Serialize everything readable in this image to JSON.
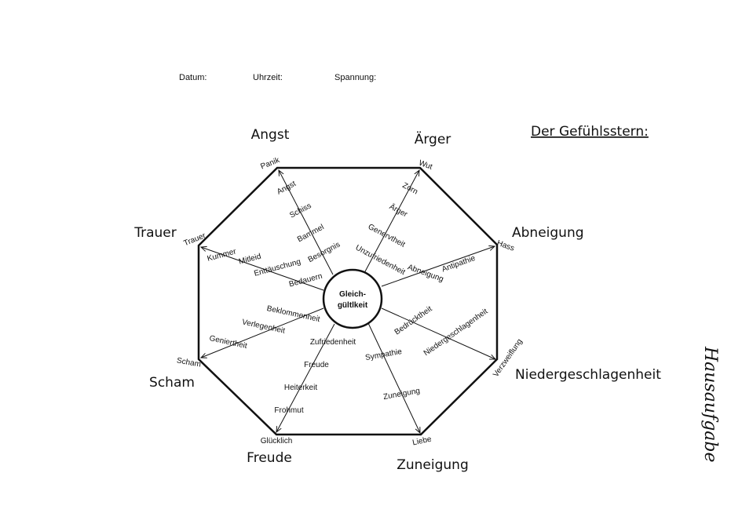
{
  "header": {
    "datum_label": "Datum:",
    "uhrzeit_label": "Uhrzeit:",
    "spannung_label": "Spannung:"
  },
  "title": "Der Gefühlsstern:",
  "center": {
    "line1": "Gleich-",
    "line2": "gültlkeit"
  },
  "corners": {
    "angst": "Angst",
    "aerger": "Ärger",
    "abneigung": "Abneigung",
    "niedergeschlagenheit": "Niedergeschlagenheit",
    "zuneigung": "Zuneigung",
    "freude": "Freude",
    "scham": "Scham",
    "trauer": "Trauer"
  },
  "spokes": {
    "angst": {
      "tip": "Panik",
      "words": [
        "Angst",
        "Schiss",
        "Bammel",
        "Besorgnis"
      ]
    },
    "aerger": {
      "tip": "Wut",
      "words": [
        "Zorn",
        "Ärger",
        "Genervtheit",
        "Unzufriedenheit"
      ]
    },
    "abneigung": {
      "tip": "Hass",
      "words": [
        "Antipathie",
        "Abneigung"
      ]
    },
    "niedergeschlagenheit": {
      "tip": "Verzweiflung",
      "words": [
        "Niedergeschlagenheit",
        "Bedrücktheit"
      ]
    },
    "zuneigung": {
      "tip": "Liebe",
      "words": [
        "Zuneigung",
        "Sympathie"
      ]
    },
    "freude": {
      "tip": "Glücklich",
      "words": [
        "Frohmut",
        "Heiterkeit",
        "Freude",
        "Zufriedenheit"
      ]
    },
    "scham": {
      "tip": "Scham",
      "words": [
        "Geniertheit",
        "Verlegenheit",
        "Beklommenheit"
      ]
    },
    "trauer": {
      "tip": "Trauer",
      "words": [
        "Kummer",
        "Mitleid",
        "Enttäuschung",
        "Bedauern"
      ]
    }
  },
  "handwritten_note": "Hausaufgabe"
}
